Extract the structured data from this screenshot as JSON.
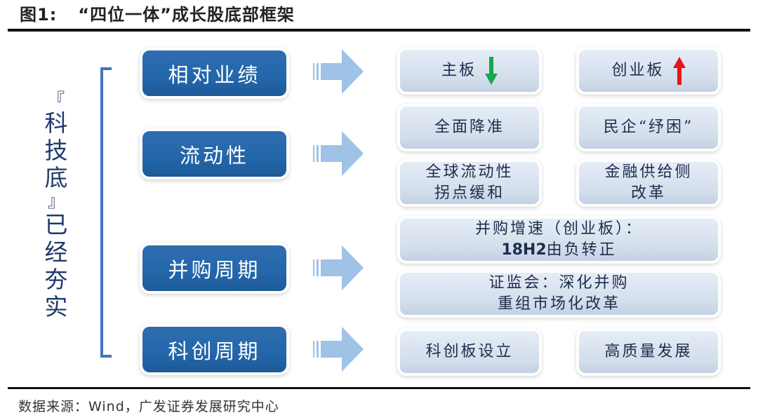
{
  "figure": {
    "number_label": "图1:",
    "title": "“四位一体”成长股底部框架"
  },
  "left_label": {
    "open_bracket": "『",
    "chars": [
      "科",
      "技",
      "底"
    ],
    "close_bracket": "』",
    "chars2": [
      "已",
      "经",
      "夯",
      "实"
    ]
  },
  "categories": [
    {
      "label": "相对业绩",
      "results": [
        {
          "text": "主板",
          "trend": "down",
          "trend_color": "#1aa64a"
        },
        {
          "text": "创业板",
          "trend": "up",
          "trend_color": "#e8141b"
        }
      ]
    },
    {
      "label": "流动性",
      "results": [
        {
          "text": "全面降准"
        },
        {
          "text": "民企“纾困”"
        },
        {
          "line1": "全球流动性",
          "line2": "拐点缓和"
        },
        {
          "line1": "金融供给侧",
          "line2": "改革"
        }
      ]
    },
    {
      "label": "并购周期",
      "results": [
        {
          "line1": "并购增速（创业板）：",
          "line2_bold": "18H2",
          "line2_rest": "由负转正"
        },
        {
          "line1": "证监会：深化并购",
          "line2": "重组市场化改革"
        }
      ]
    },
    {
      "label": "科创周期",
      "results": [
        {
          "text": "科创板设立"
        },
        {
          "text": "高质量发展"
        }
      ]
    }
  ],
  "colors": {
    "category_box": "#2366aa",
    "bracket": "#4472c4",
    "flow_arrow": "#9fc2e7",
    "result_box": "#d3deec"
  },
  "source": "数据来源：Wind，广发证券发展研究中心"
}
